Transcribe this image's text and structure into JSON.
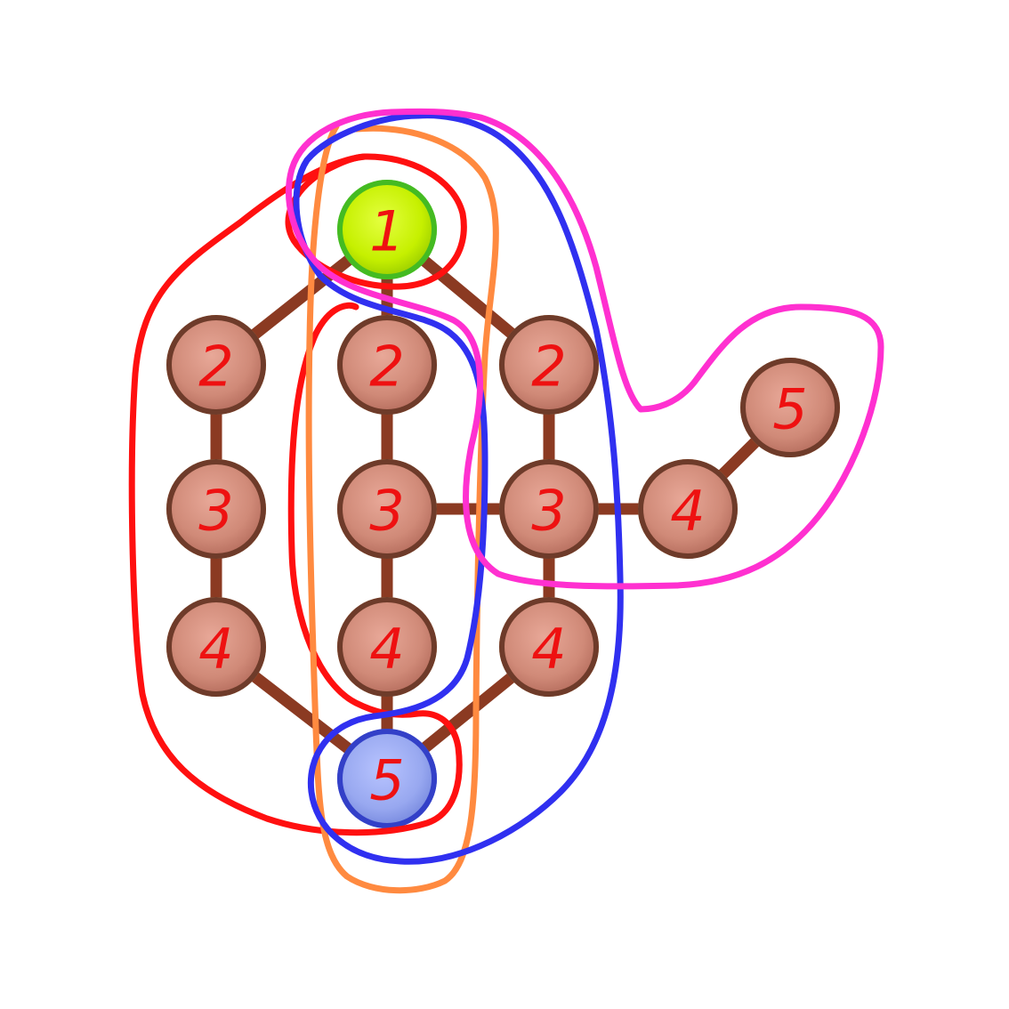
{
  "colors": {
    "edge": "#8b3a22",
    "node_fill": "#d08a78",
    "node_ring": "#6e3b2a",
    "node_border": "#f0a050",
    "start_fill": "#c6f000",
    "start_border": "#44bb22",
    "end_fill": "#98a8f0",
    "end_border": "#3340c8",
    "label": "#ee1111",
    "loop_red": "#ff1010",
    "loop_orange": "#ff8a40",
    "loop_blue": "#3030f0",
    "loop_magenta": "#ff30d0"
  },
  "nodes": [
    {
      "id": "n1",
      "label": "1",
      "kind": "start"
    },
    {
      "id": "n2a",
      "label": "2",
      "kind": "normal"
    },
    {
      "id": "n2b",
      "label": "2",
      "kind": "normal"
    },
    {
      "id": "n2c",
      "label": "2",
      "kind": "normal"
    },
    {
      "id": "n3a",
      "label": "3",
      "kind": "normal"
    },
    {
      "id": "n3b",
      "label": "3",
      "kind": "normal"
    },
    {
      "id": "n3c",
      "label": "3",
      "kind": "normal"
    },
    {
      "id": "n4a",
      "label": "4",
      "kind": "normal"
    },
    {
      "id": "n4b",
      "label": "4",
      "kind": "normal"
    },
    {
      "id": "n4c",
      "label": "4",
      "kind": "normal"
    },
    {
      "id": "n4d",
      "label": "4",
      "kind": "normal"
    },
    {
      "id": "n5r",
      "label": "5",
      "kind": "normal"
    },
    {
      "id": "n5",
      "label": "5",
      "kind": "end"
    }
  ],
  "edges": [
    [
      "n1",
      "n2a"
    ],
    [
      "n1",
      "n2b"
    ],
    [
      "n1",
      "n2c"
    ],
    [
      "n2a",
      "n3a"
    ],
    [
      "n2b",
      "n3b"
    ],
    [
      "n2c",
      "n3c"
    ],
    [
      "n3a",
      "n4a"
    ],
    [
      "n3b",
      "n4b"
    ],
    [
      "n3c",
      "n4c"
    ],
    [
      "n3b",
      "n3c"
    ],
    [
      "n3c",
      "n4d"
    ],
    [
      "n4d",
      "n5r"
    ],
    [
      "n4a",
      "n5"
    ],
    [
      "n4b",
      "n5"
    ],
    [
      "n4c",
      "n5"
    ]
  ]
}
